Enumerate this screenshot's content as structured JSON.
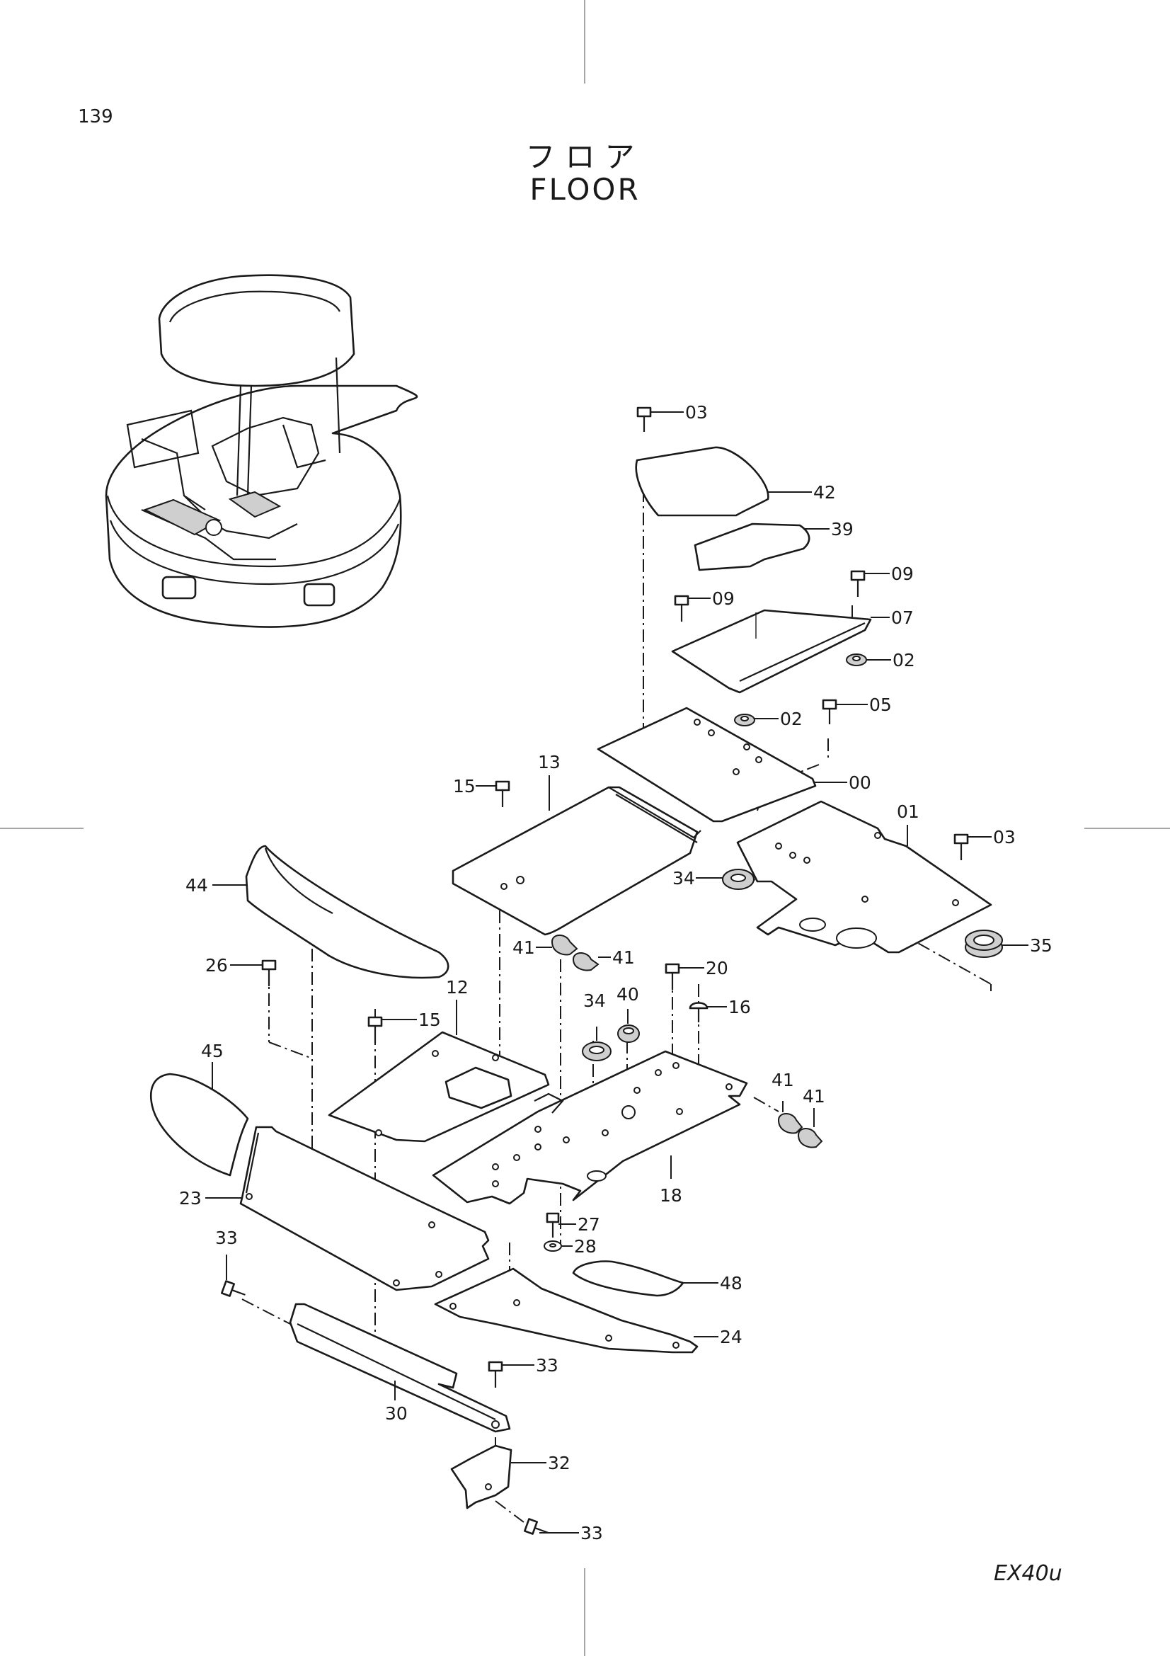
{
  "page": {
    "number": "139",
    "title_jp": "フロア",
    "title_en": "FLOOR",
    "model": "EX40u"
  },
  "callouts": [
    {
      "id": "c-03-top",
      "label": "03"
    },
    {
      "id": "c-42",
      "label": "42"
    },
    {
      "id": "c-39",
      "label": "39"
    },
    {
      "id": "c-09-right",
      "label": "09"
    },
    {
      "id": "c-09-left",
      "label": "09"
    },
    {
      "id": "c-07",
      "label": "07"
    },
    {
      "id": "c-02-right",
      "label": "02"
    },
    {
      "id": "c-02-mid",
      "label": "02"
    },
    {
      "id": "c-05",
      "label": "05"
    },
    {
      "id": "c-00",
      "label": "00"
    },
    {
      "id": "c-13",
      "label": "13"
    },
    {
      "id": "c-15-top",
      "label": "15"
    },
    {
      "id": "c-01",
      "label": "01"
    },
    {
      "id": "c-03-mid",
      "label": "03"
    },
    {
      "id": "c-44",
      "label": "44"
    },
    {
      "id": "c-34-top",
      "label": "34"
    },
    {
      "id": "c-35",
      "label": "35"
    },
    {
      "id": "c-41-a",
      "label": "41"
    },
    {
      "id": "c-41-b",
      "label": "41"
    },
    {
      "id": "c-26",
      "label": "26"
    },
    {
      "id": "c-20",
      "label": "20"
    },
    {
      "id": "c-12",
      "label": "12"
    },
    {
      "id": "c-15-mid",
      "label": "15"
    },
    {
      "id": "c-34-mid",
      "label": "34"
    },
    {
      "id": "c-40",
      "label": "40"
    },
    {
      "id": "c-16",
      "label": "16"
    },
    {
      "id": "c-45",
      "label": "45"
    },
    {
      "id": "c-41-c",
      "label": "41"
    },
    {
      "id": "c-41-d",
      "label": "41"
    },
    {
      "id": "c-23",
      "label": "23"
    },
    {
      "id": "c-18",
      "label": "18"
    },
    {
      "id": "c-27",
      "label": "27"
    },
    {
      "id": "c-28",
      "label": "28"
    },
    {
      "id": "c-33-left",
      "label": "33"
    },
    {
      "id": "c-48",
      "label": "48"
    },
    {
      "id": "c-24",
      "label": "24"
    },
    {
      "id": "c-33-mid",
      "label": "33"
    },
    {
      "id": "c-30",
      "label": "30"
    },
    {
      "id": "c-32",
      "label": "32"
    },
    {
      "id": "c-33-bottom",
      "label": "33"
    }
  ]
}
